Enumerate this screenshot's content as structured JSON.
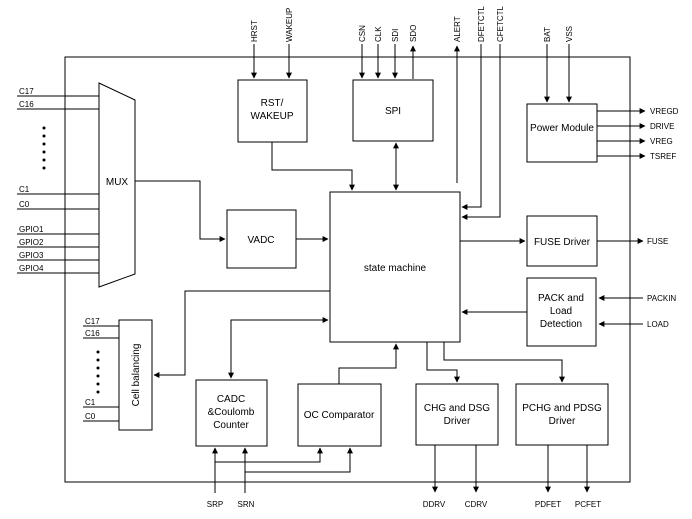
{
  "blocks": {
    "rst_wakeup": [
      "RST/",
      "WAKEUP"
    ],
    "spi": "SPI",
    "power_module": "Power Module",
    "mux": "MUX",
    "vadc": "VADC",
    "state_machine": "state machine",
    "fuse_driver": "FUSE Driver",
    "pack_and_load": [
      "PACK and",
      "Load",
      "Detection"
    ],
    "cell_balancing": "Cell balancing",
    "cadc": [
      "CADC",
      "&Coulomb",
      "Counter"
    ],
    "oc_comparator": "OC Comparator",
    "chg_dsg_driver": [
      "CHG and DSG",
      "Driver"
    ],
    "pchg_pdsg_driver": [
      "PCHG and PDSG",
      "Driver"
    ]
  },
  "pins": {
    "top": {
      "hrst": "HRST",
      "wakeup": "WAKEUP",
      "csn": "CSN",
      "clk": "CLK",
      "sdi": "SDI",
      "sdo": "SDO",
      "alert": "ALERT",
      "dfetctl": "DFETCTL",
      "cfetctl": "CFETCTL",
      "bat": "BAT",
      "vss": "VSS"
    },
    "left_mux": {
      "c17": "C17",
      "c16": "C16",
      "c1": "C1",
      "c0": "C0",
      "gpio1": "GPIO1",
      "gpio2": "GPIO2",
      "gpio3": "GPIO3",
      "gpio4": "GPIO4"
    },
    "left_cell": {
      "c17": "C17",
      "c16": "C16",
      "c1": "C1",
      "c0": "C0"
    },
    "right": {
      "vregd": "VREGD",
      "drive": "DRIVE",
      "vreg": "VREG",
      "tsref": "TSREF",
      "fuse": "FUSE",
      "packin": "PACKIN",
      "load": "LOAD"
    },
    "bottom": {
      "srp": "SRP",
      "srn": "SRN",
      "ddrv": "DDRV",
      "cdrv": "CDRV",
      "pdfet": "PDFET",
      "pcfet": "PCFET"
    }
  }
}
